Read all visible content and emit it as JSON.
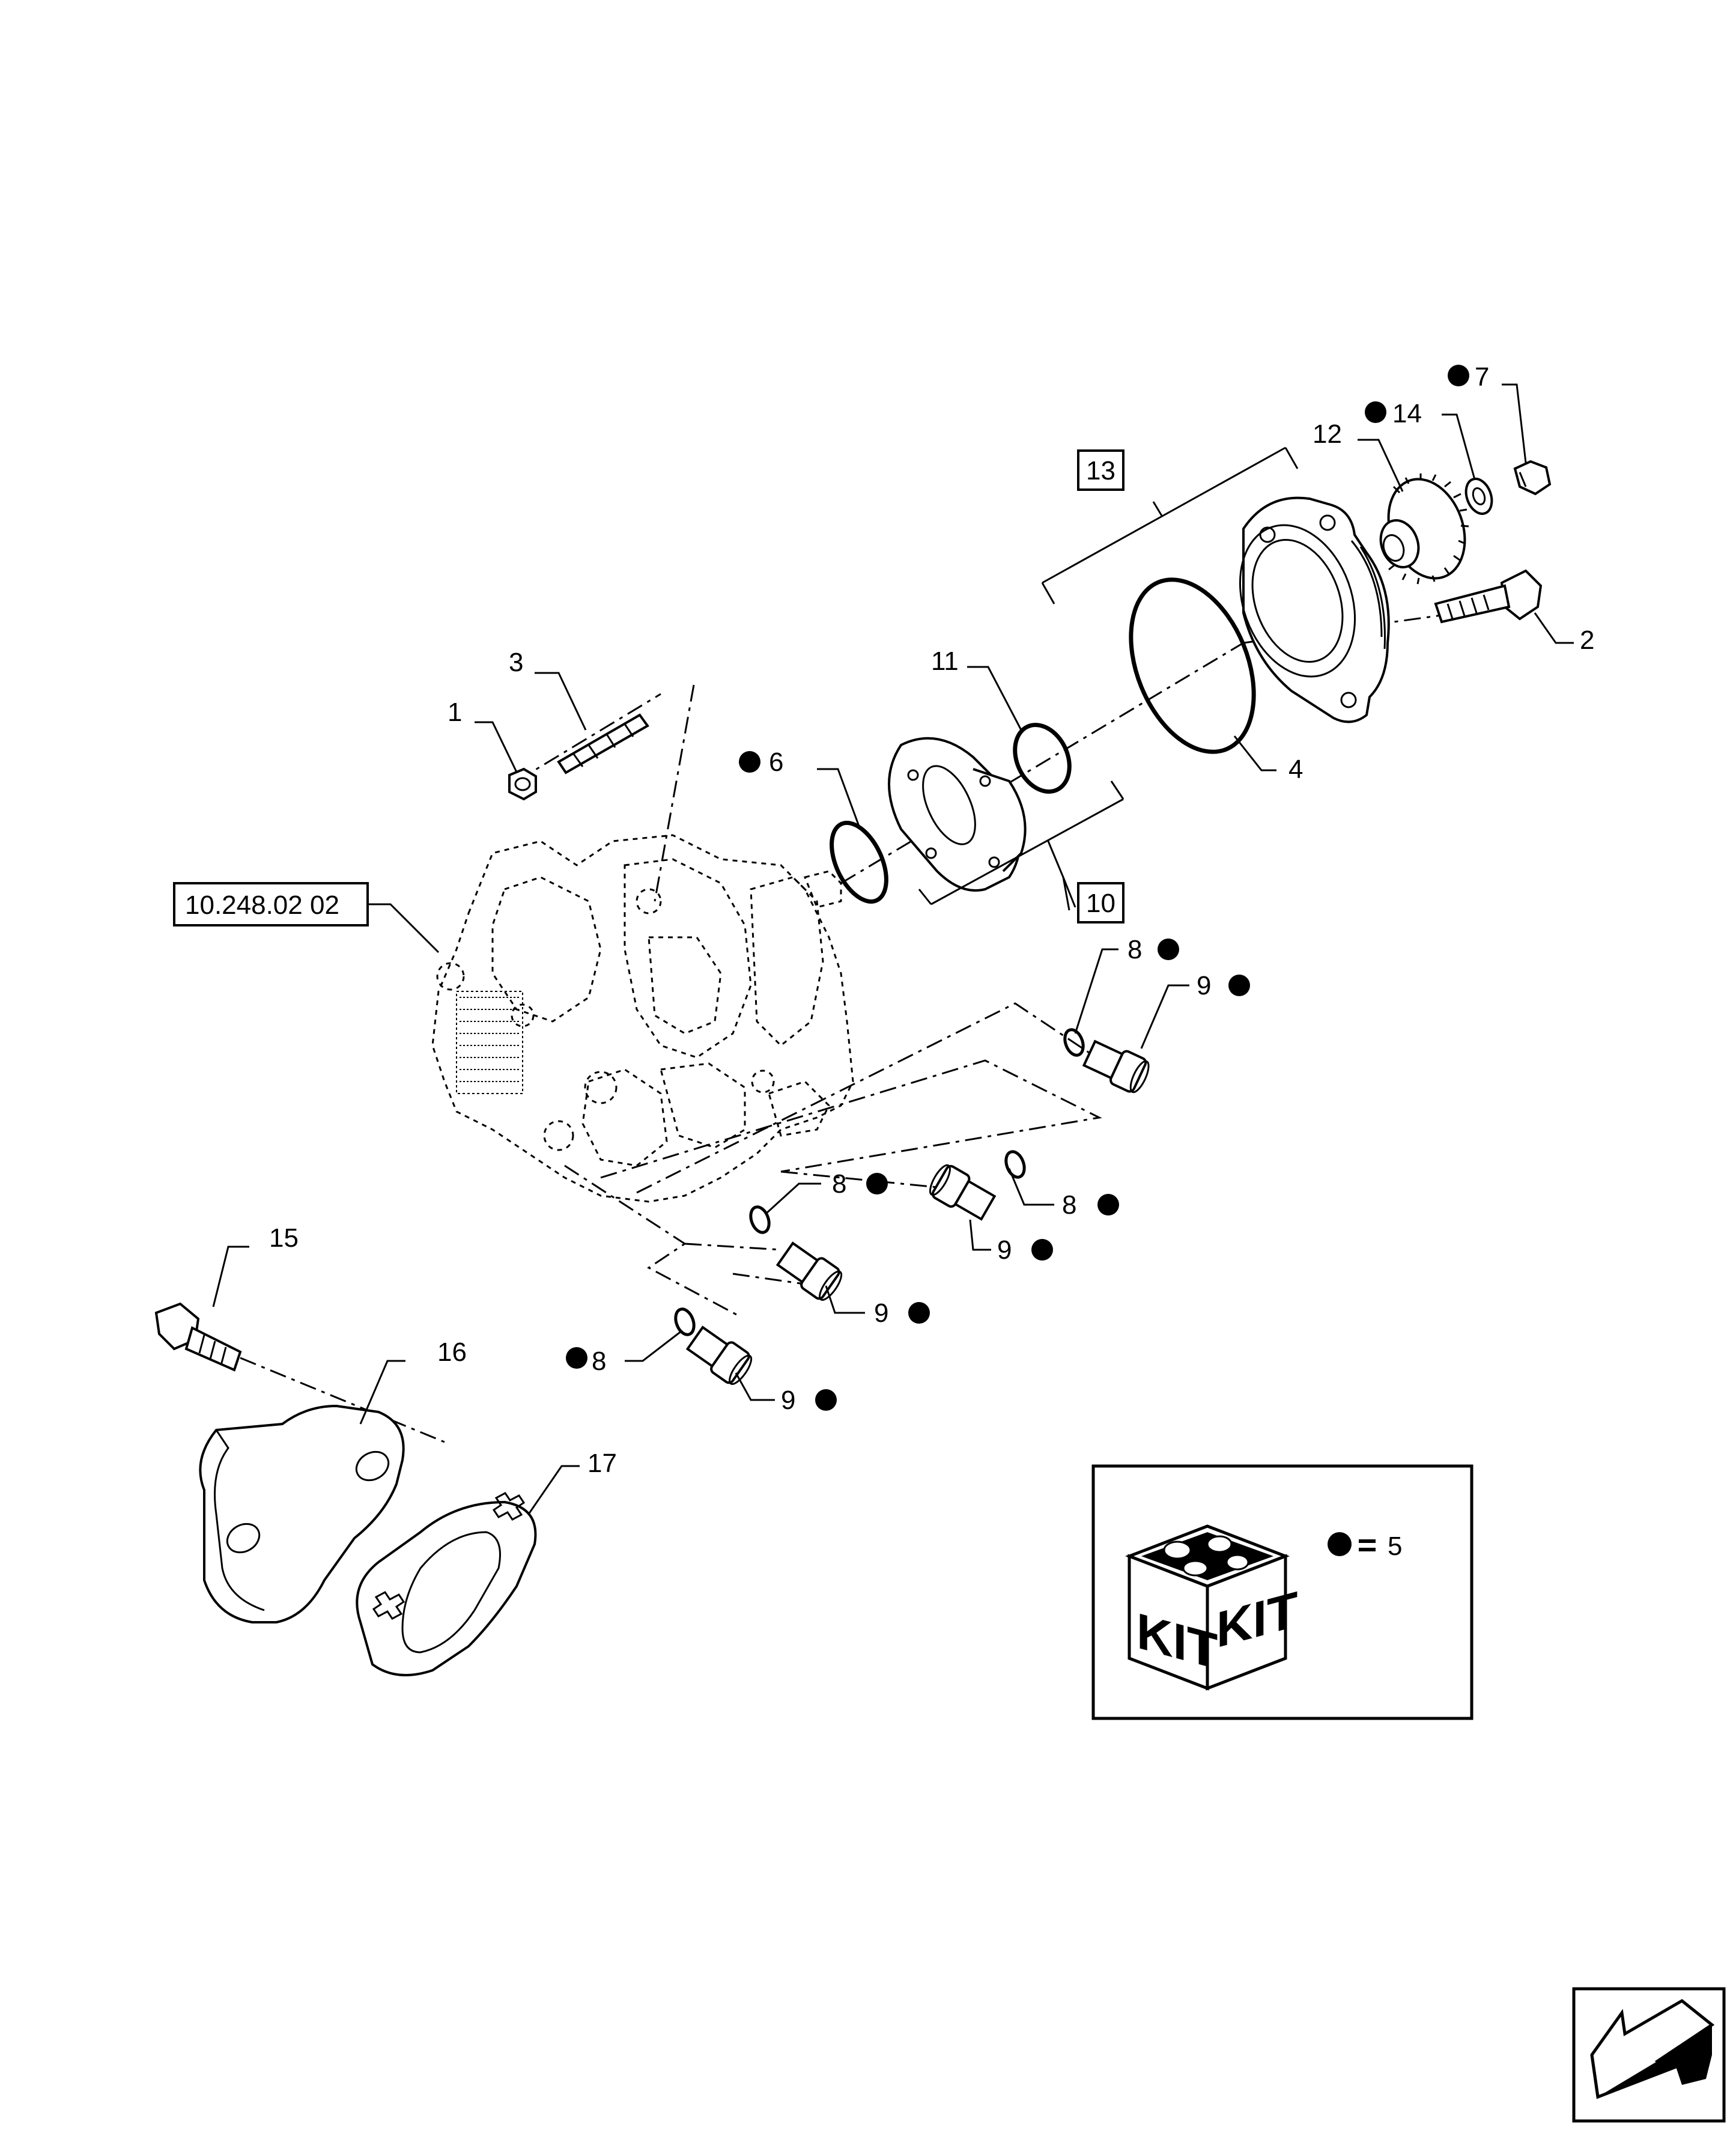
{
  "callouts": {
    "c1": "1",
    "c2": "2",
    "c3": "3",
    "c4": "4",
    "c6": "6",
    "c7": "7",
    "c8a": "8",
    "c8b": "8",
    "c8c": "8",
    "c8d": "8",
    "c9a": "9",
    "c9b": "9",
    "c9c": "9",
    "c9d": "9",
    "c11": "11",
    "c12": "12",
    "c14": "14",
    "c15": "15",
    "c16": "16",
    "c17": "17"
  },
  "boxed_refs": {
    "ref_13": "13",
    "ref_10": "10",
    "ref_pump": "10.248.02 02"
  },
  "kit_legend": {
    "kit_left": "KIT",
    "kit_right": "KIT",
    "equals_text": "5"
  },
  "icons": {
    "kit_box": "kit-box-icon",
    "nav_arrow": "navigation-arrow-icon",
    "bullet": "black-dot-marker"
  },
  "colors": {
    "ink": "#000000",
    "paper": "#ffffff"
  }
}
